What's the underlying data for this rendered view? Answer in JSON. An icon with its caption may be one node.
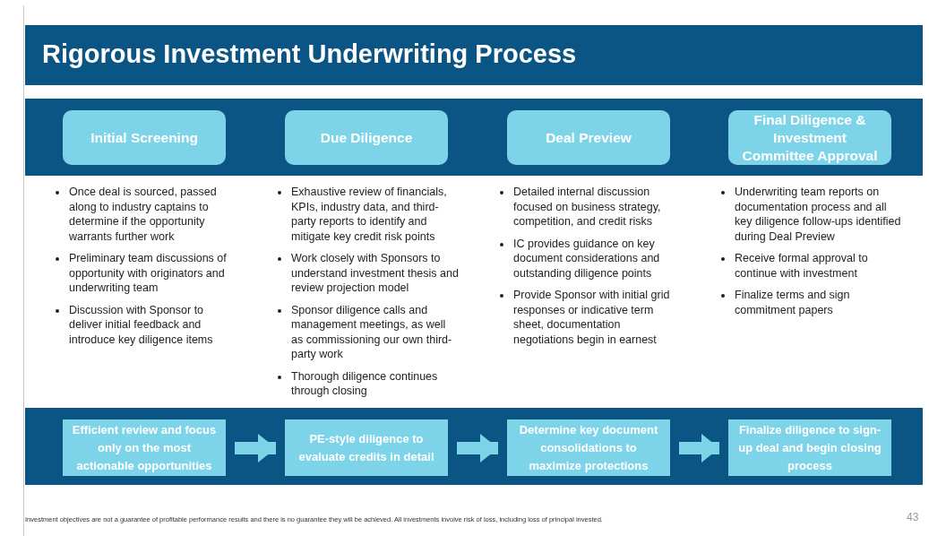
{
  "diagram": {
    "title": "Rigorous Investment Underwriting Process",
    "nodes": [
      {
        "text": [
          "Initial Screening"
        ],
        "beside": [
          "Once deal is sourced, passed along to industry captains to determine if the opportunity warrants further work",
          "Preliminary team discussions of opportunity with originators and underwriting team",
          "Discussion with Sponsor to deliver initial feedback and introduce key diligence items"
        ]
      },
      {
        "text": [
          "Due Diligence"
        ],
        "beside": [
          "Exhaustive review of financials, KPIs, industry data, and third-party reports to identify and mitigate key credit risk points",
          "Work closely with Sponsors to understand investment thesis and review projection model",
          "Sponsor diligence calls and management meetings, as well as commissioning our own third-party work",
          "Thorough diligence continues through closing"
        ]
      },
      {
        "text": [
          "Deal Preview"
        ],
        "beside": [
          "Detailed internal discussion focused on business strategy, competition, and credit risks",
          "IC provides guidance on key document considerations and outstanding diligence points",
          "Provide Sponsor with initial grid responses or indicative term sheet, documentation negotiations begin in earnest"
        ]
      },
      {
        "text": [
          "Final Diligence & Investment Committee Approval"
        ],
        "beside": [
          "Underwriting team reports on documentation process and all key diligence follow-ups identified during Deal Preview",
          "Receive formal approval to continue with investment",
          "Finalize terms and sign commitment papers"
        ]
      },
      {
        "text": [
          "Efficient review and focus only on the most actionable opportunities"
        ]
      },
      {
        "text": [
          "PE-style diligence to evaluate credits in detail"
        ]
      },
      {
        "text": [
          "Determine key document consolidations to maximize protections"
        ]
      },
      {
        "text": [
          "Finalize diligence to sign-up deal and begin closing process"
        ]
      }
    ],
    "edges": [
      {
        "from": 4,
        "to": 5,
        "arrow": "to"
      },
      {
        "from": 5,
        "to": 6,
        "arrow": "to"
      },
      {
        "from": 6,
        "to": 7,
        "arrow": "to"
      }
    ],
    "labels": [
      "Investment objectives are not a guarantee of profitable performance results and there is no guarantee they will be achieved. All investments involve risk of loss, including loss of principal invested.",
      "43"
    ]
  }
}
